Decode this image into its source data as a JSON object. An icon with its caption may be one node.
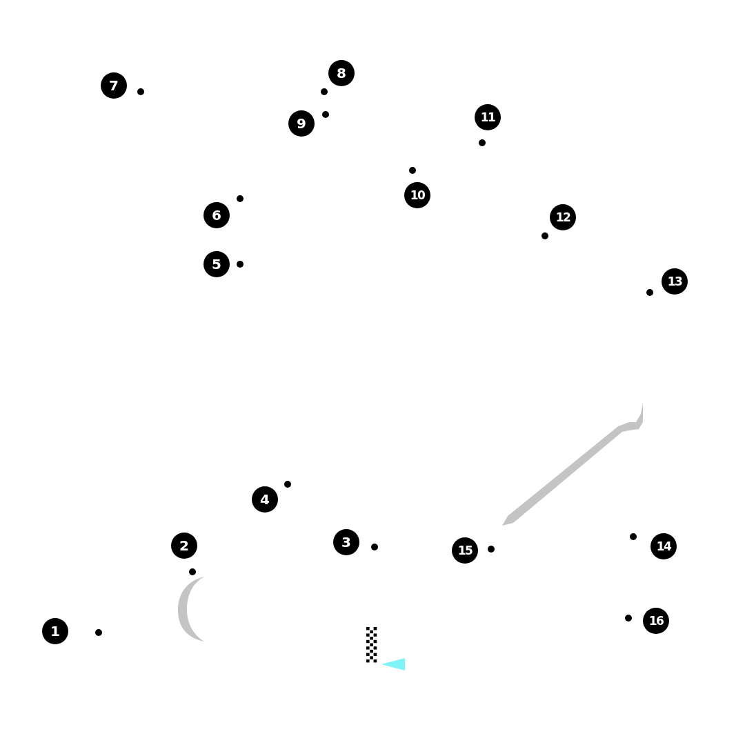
{
  "diagram": {
    "nodes": [
      {
        "text": [
          "1"
        ]
      },
      {
        "text": [
          "2"
        ]
      },
      {
        "text": [
          "3"
        ]
      },
      {
        "text": [
          "4"
        ]
      },
      {
        "text": [
          "5"
        ]
      },
      {
        "text": [
          "6"
        ]
      },
      {
        "text": [
          "7"
        ]
      },
      {
        "text": [
          "8"
        ]
      },
      {
        "text": [
          "9"
        ]
      },
      {
        "text": [
          "10"
        ]
      },
      {
        "text": [
          "11"
        ]
      },
      {
        "text": [
          "12"
        ]
      },
      {
        "text": [
          "13"
        ]
      },
      {
        "text": [
          "14"
        ]
      },
      {
        "text": [
          "15"
        ]
      },
      {
        "text": [
          "16"
        ]
      }
    ]
  }
}
